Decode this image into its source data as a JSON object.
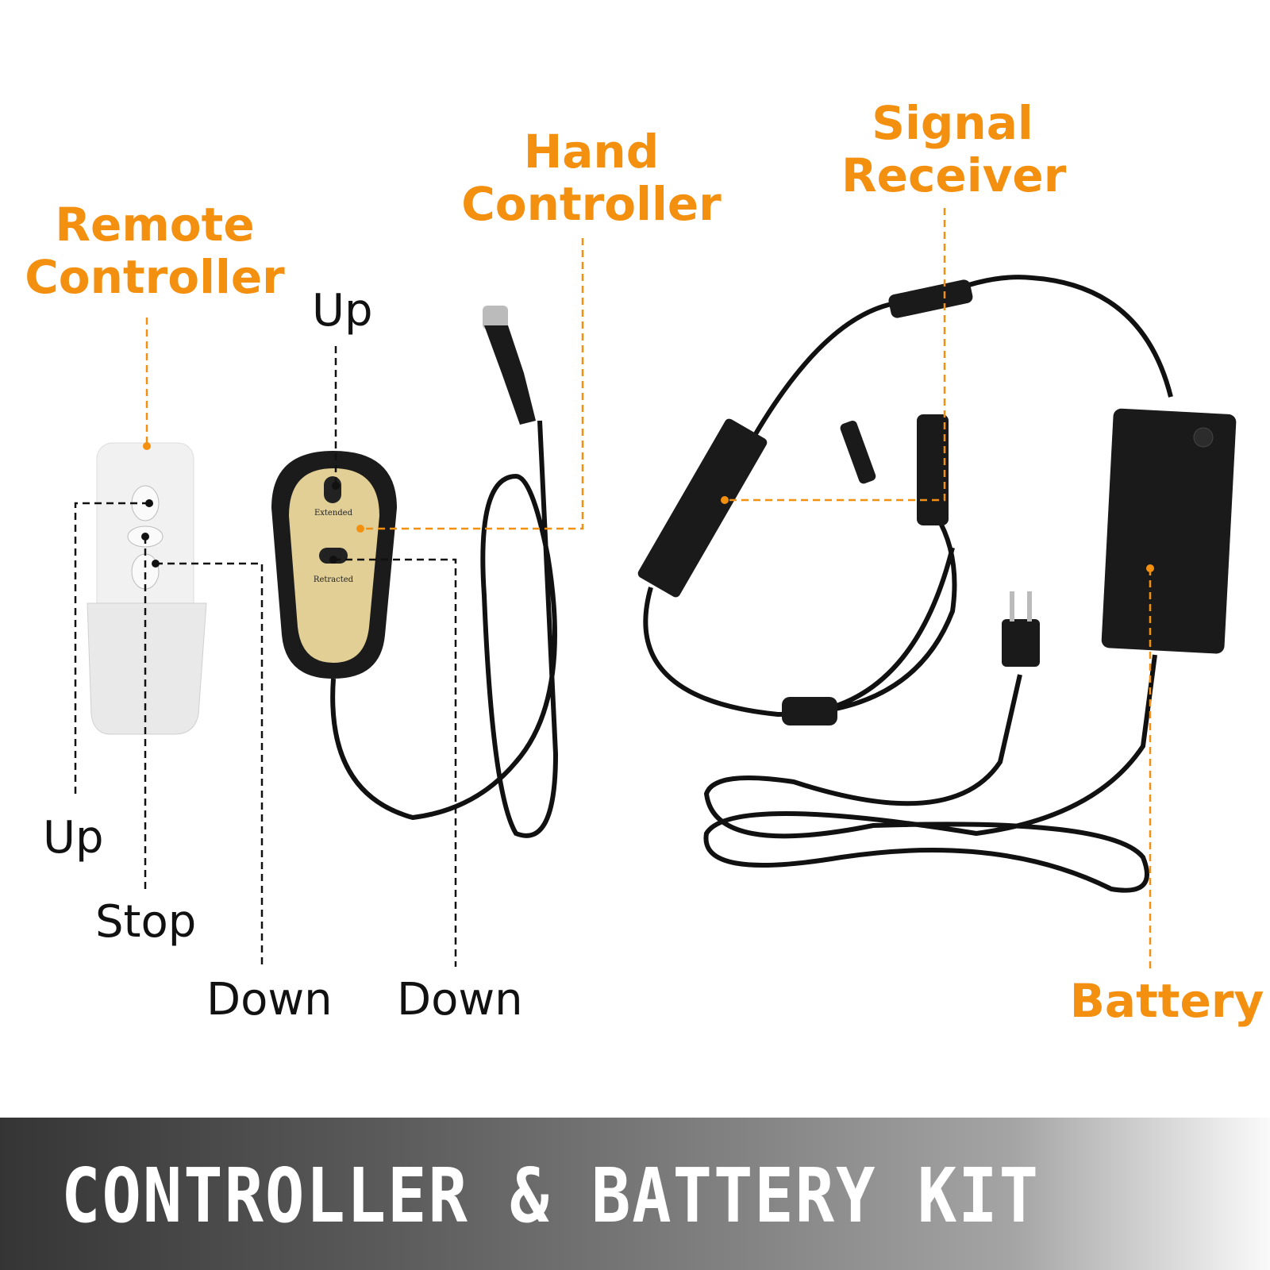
{
  "labels": {
    "remote_controller": [
      "Remote",
      "Controller"
    ],
    "hand_controller": [
      "Hand",
      "Controller"
    ],
    "signal_receiver": [
      "Signal",
      "Receiver"
    ],
    "battery": "Battery"
  },
  "button_labels": {
    "hand_up": "Up",
    "remote_up": "Up",
    "remote_stop": "Stop",
    "remote_down": "Down",
    "hand_down": "Down"
  },
  "hand_controller_print": {
    "extended": "Extended",
    "retracted": "Retracted"
  },
  "banner": {
    "title": "CONTROLLER & BATTERY KIT"
  },
  "colors": {
    "accent": "#f39010",
    "text": "#111111"
  }
}
